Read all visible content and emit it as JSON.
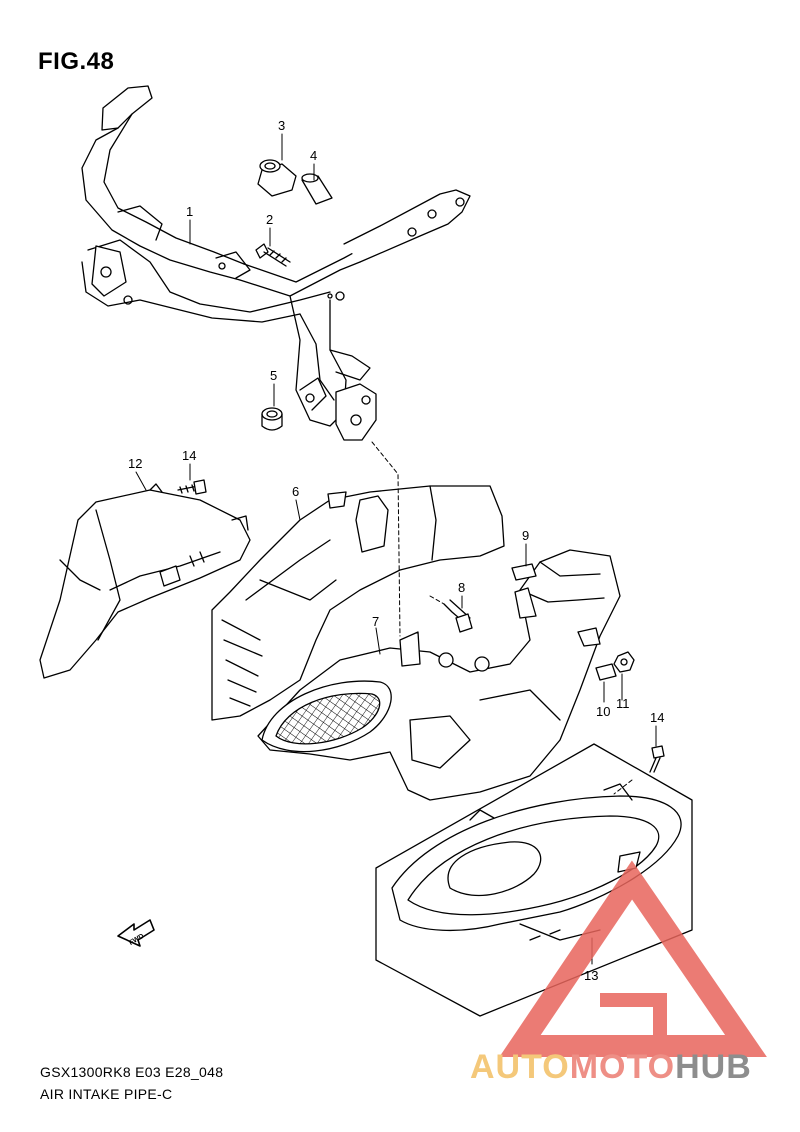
{
  "figure": {
    "title": "FIG.48",
    "footer_code": "GSX1300RK8 E03 E28_048",
    "footer_name": "AIR INTAKE PIPE-C",
    "fwd_label": "FWD"
  },
  "callouts": [
    {
      "id": "c1",
      "label": "1"
    },
    {
      "id": "c2",
      "label": "2"
    },
    {
      "id": "c3",
      "label": "3"
    },
    {
      "id": "c4",
      "label": "4"
    },
    {
      "id": "c5",
      "label": "5"
    },
    {
      "id": "c6",
      "label": "6"
    },
    {
      "id": "c7",
      "label": "7"
    },
    {
      "id": "c8",
      "label": "8"
    },
    {
      "id": "c9",
      "label": "9"
    },
    {
      "id": "c10",
      "label": "10"
    },
    {
      "id": "c11",
      "label": "11"
    },
    {
      "id": "c12",
      "label": "12"
    },
    {
      "id": "c14a",
      "label": "14"
    },
    {
      "id": "c14b",
      "label": "14"
    },
    {
      "id": "c13",
      "label": "13"
    }
  ],
  "watermark": {
    "part1": "AUTO",
    "part2": "MOTO",
    "part3": "HUB",
    "colors": {
      "auto": "#f4c87a",
      "moto": "#ee8f86",
      "hub": "#8d8d8d",
      "triangle": "#e8655c"
    }
  }
}
